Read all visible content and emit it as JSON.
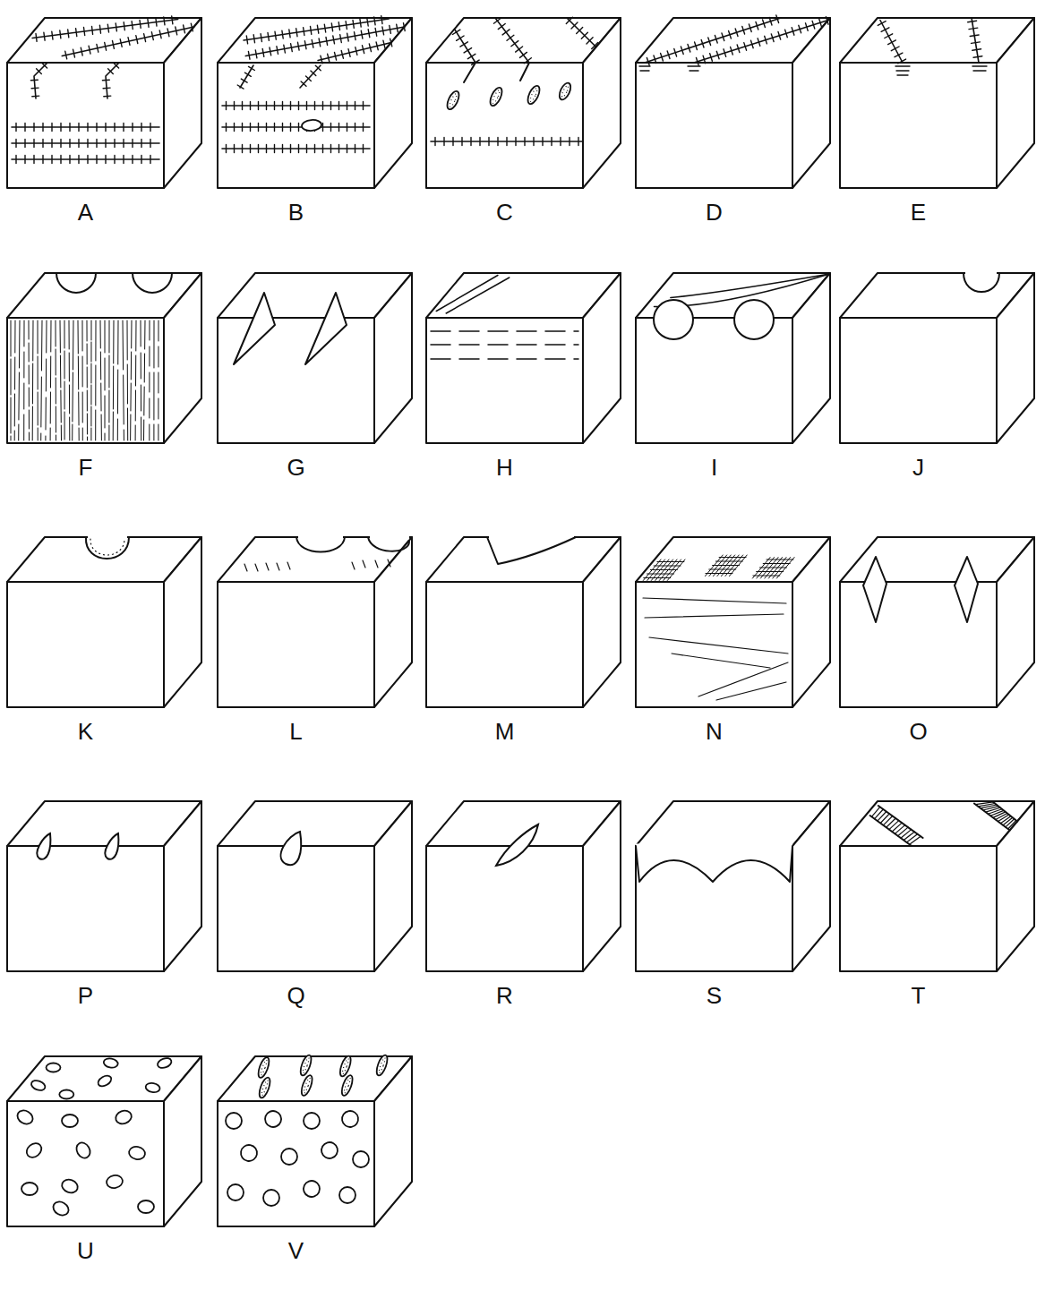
{
  "diagram": {
    "labels": [
      "A",
      "B",
      "C",
      "D",
      "E",
      "F",
      "G",
      "H",
      "I",
      "J",
      "K",
      "L",
      "M",
      "N",
      "O",
      "P",
      "Q",
      "R",
      "S",
      "T",
      "U",
      "V"
    ]
  }
}
